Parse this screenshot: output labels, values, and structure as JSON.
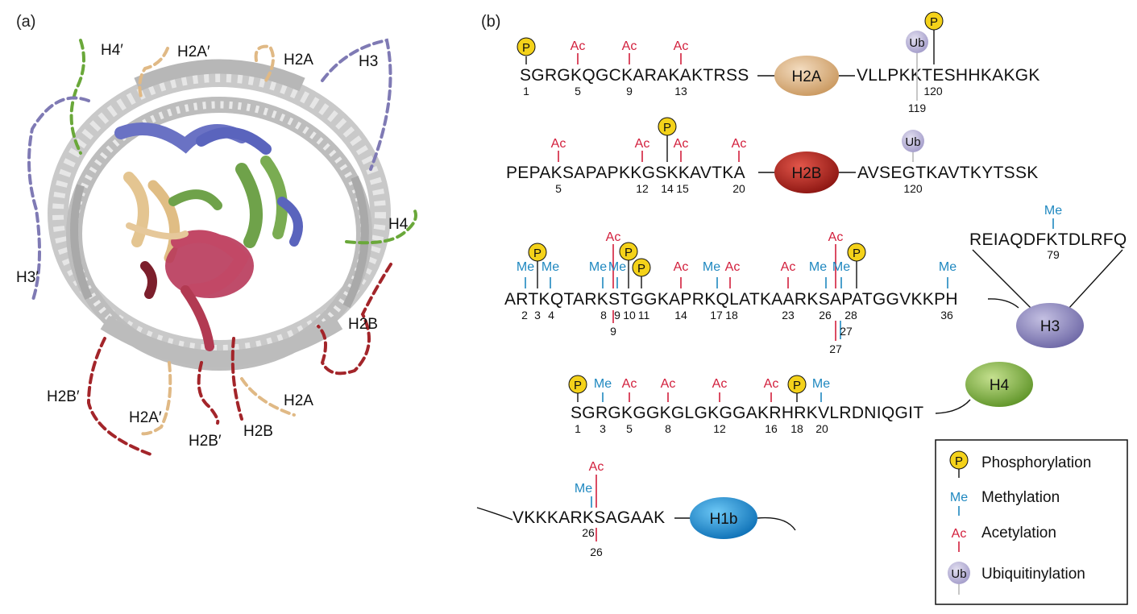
{
  "panels": {
    "a": "(a)",
    "b": "(b)"
  },
  "tails_a": {
    "h4p": "H4′",
    "h2ap_top": "H2A′",
    "h2a_top": "H2A",
    "h3": "H3",
    "h4": "H4",
    "h3p": "H3′",
    "h2b_right": "H2B",
    "h2bp_left": "H2B′",
    "h2ap_bottom": "H2A′",
    "h2bp_bottom": "H2B′",
    "h2b_bottom": "H2B",
    "h2a_bottom": "H2A"
  },
  "h2a": {
    "seq_n": "SGRGKQGCKARAKAKTRSS",
    "chip": "H2A",
    "seq_c": "VLLPKKTESHHKAKGK",
    "nums": [
      "1",
      "5",
      "9",
      "13",
      "120",
      "119"
    ],
    "ac": "Ac",
    "p": "P",
    "ub": "Ub"
  },
  "h2b": {
    "seq_n": "PEPAKSAPAPKKGSKKAVTKA",
    "chip": "H2B",
    "seq_c": "AVSEGTKAVTKYTSSK",
    "nums": [
      "5",
      "12",
      "14",
      "15",
      "20",
      "120"
    ],
    "ac": "Ac",
    "p": "P",
    "ub": "Ub"
  },
  "h3": {
    "seq": "ARTKQTARKSTGGKAPRKQLATKAARKSAPATGGVKKPH",
    "seq_top": "REIAQDFKTDLRFQ",
    "num_top": "79",
    "chip": "H3",
    "nums": [
      "2",
      "3",
      "4",
      "8",
      "9",
      "10",
      "11",
      "14",
      "17",
      "18",
      "23",
      "26",
      "28",
      "36"
    ],
    "nums_below": [
      "9",
      "27",
      "27"
    ],
    "ac": "Ac",
    "me": "Me",
    "p": "P"
  },
  "h4": {
    "seq": "SGRGKGGKGLGKGGAKRHRKVLRDNIQGIT",
    "chip": "H4",
    "nums": [
      "1",
      "3",
      "5",
      "8",
      "12",
      "16",
      "18",
      "20"
    ],
    "ac": "Ac",
    "me": "Me",
    "p": "P"
  },
  "h1b": {
    "seq": "VKKKARKSAGAAK",
    "chip": "H1b",
    "nums": [
      "26",
      "26"
    ],
    "ac": "Ac",
    "me": "Me"
  },
  "legend": {
    "items": [
      {
        "symbol": "P",
        "label": "Phosphorylation"
      },
      {
        "symbol": "Me",
        "label": "Methylation"
      },
      {
        "symbol": "Ac",
        "label": "Acetylation"
      },
      {
        "symbol": "Ub",
        "label": "Ubiquitinylation"
      }
    ]
  },
  "colors": {
    "acetyl": "#d21f3c",
    "methyl": "#1f88c0",
    "phospho": "#f4d21a",
    "ubiquitin": "#b9b2d6",
    "h2a_chip": "#dcb78c",
    "h2b_chip": "#b5281f",
    "h3_chip": "#8c86bd",
    "h4_chip": "#86b34a",
    "h1b_chip": "#1b8fd3",
    "tail_h2a": "#e0b985",
    "tail_h2b": "#a3252a",
    "tail_h3": "#7f7ab4",
    "tail_h4": "#6aa83a"
  }
}
